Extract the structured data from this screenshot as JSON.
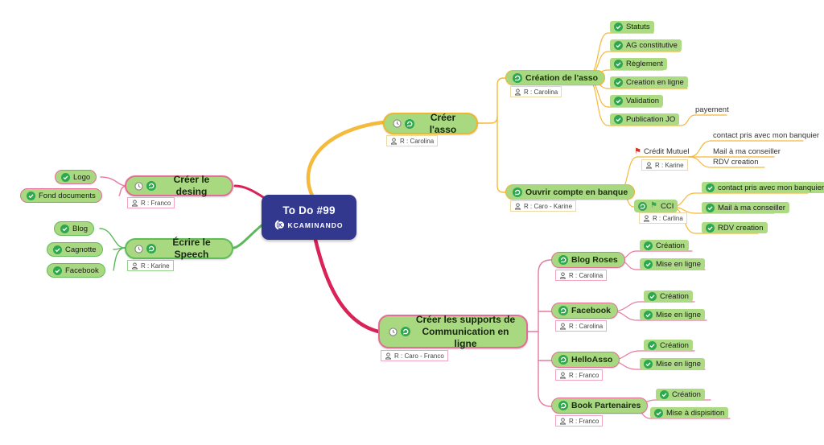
{
  "center": {
    "title": "To Do #99",
    "brand": "KCAMINANDO"
  },
  "colors": {
    "branch_yellow": "#F5B93B",
    "branch_crimson": "#D92358",
    "branch_pink": "#E8799F",
    "branch_green": "#5CB85C",
    "node_green": "#A8D880",
    "center_bg": "#33388F",
    "check_green": "#2EA84E"
  },
  "icons": {
    "check": "✓",
    "flag": "⚑"
  },
  "asso": {
    "main": {
      "label": "Créer l'asso",
      "resp": "R : Carolina"
    },
    "creation": {
      "label": "Création de l'asso",
      "resp": "R : Carolina",
      "leaves": [
        "Statuts",
        "AG constitutive",
        "Règlement",
        "Creation en ligne",
        "Validation",
        "Publication JO"
      ],
      "payement": "payement"
    },
    "banque": {
      "label": "Ouvrir compte en banque",
      "resp": "R : Caro - Karine",
      "credit_mutuel": {
        "label": "Crédit Mutuel",
        "resp": "R : Karine",
        "leaves": [
          "contact pris avec mon banquier",
          "Mail à ma conseiller",
          "RDV creation"
        ]
      },
      "cci": {
        "label": "CCI",
        "resp": "R : Carlina",
        "leaves": [
          "contact pris avec mon banquier",
          "Mail à ma conseiller",
          "RDV creation"
        ]
      }
    }
  },
  "design": {
    "main": {
      "label": "Créer le desing",
      "resp": "R : Franco"
    },
    "leaves": [
      "Logo",
      "Fond documents"
    ]
  },
  "speech": {
    "main": {
      "label": "Écrire le Speech",
      "resp": "R : Karine"
    },
    "leaves": [
      "Blog",
      "Cagnotte",
      "Facebook"
    ]
  },
  "comm": {
    "main": {
      "label": "Créer les supports de Communication en ligne",
      "resp": "R : Caro - Franco"
    },
    "subs": [
      {
        "label": "Blog Roses",
        "resp": "R : Carolina",
        "leaves": [
          "Création",
          "Mise en ligne"
        ]
      },
      {
        "label": "Facebook",
        "resp": "R : Carolina",
        "leaves": [
          "Création",
          "Mise en ligne"
        ]
      },
      {
        "label": "HelloAsso",
        "resp": "R : Franco",
        "leaves": [
          "Création",
          "Mise en ligne"
        ]
      },
      {
        "label": "Book Partenaires",
        "resp": "R : Franco",
        "leaves": [
          "Création",
          "Mise à dispisition"
        ]
      }
    ]
  }
}
